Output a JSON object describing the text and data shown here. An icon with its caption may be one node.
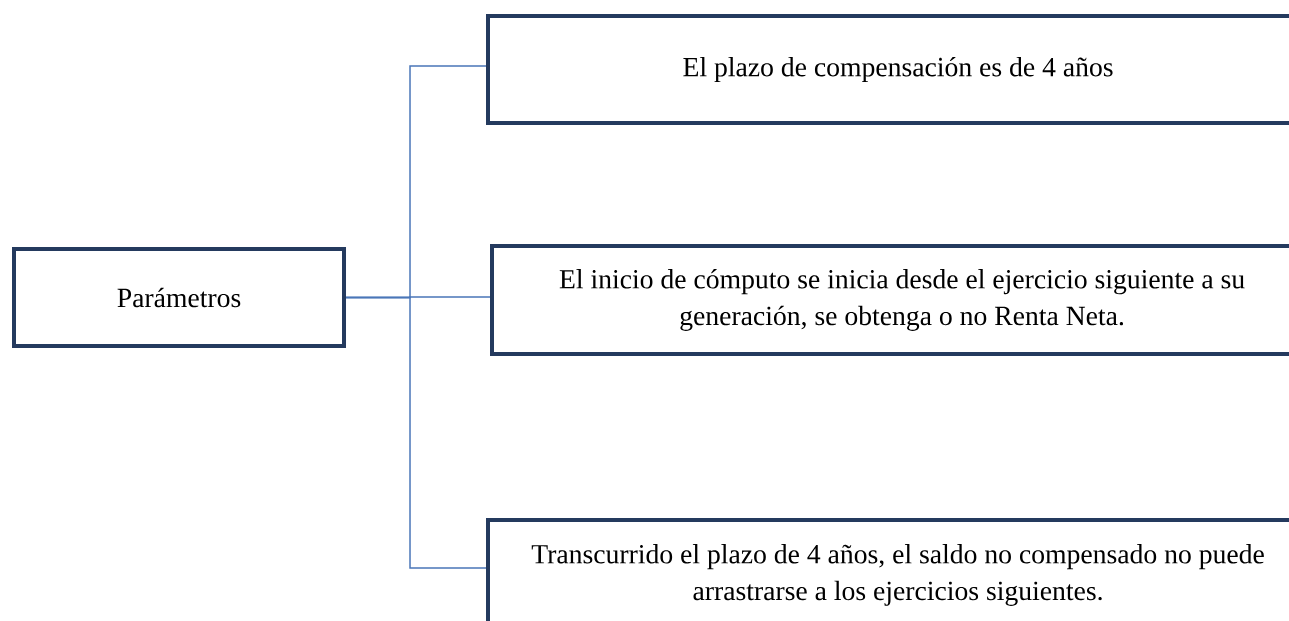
{
  "diagram": {
    "nodes": [
      {
        "text": [
          "Parámetros"
        ]
      },
      {
        "text": [
          "El plazo de compensación es de 4 años"
        ]
      },
      {
        "text": [
          "El inicio de cómputo se inicia desde el ejercicio siguiente a su generación, se obtenga o no Renta Neta."
        ]
      },
      {
        "text": [
          "Transcurrido el plazo de 4 años, el saldo no compensado no puede arrastrarse a los ejercicios siguientes."
        ]
      }
    ],
    "edges": [
      {
        "from": 0,
        "to": 1,
        "arrow": "none"
      },
      {
        "from": 0,
        "to": 2,
        "arrow": "none"
      },
      {
        "from": 0,
        "to": 3,
        "arrow": "none"
      }
    ]
  }
}
